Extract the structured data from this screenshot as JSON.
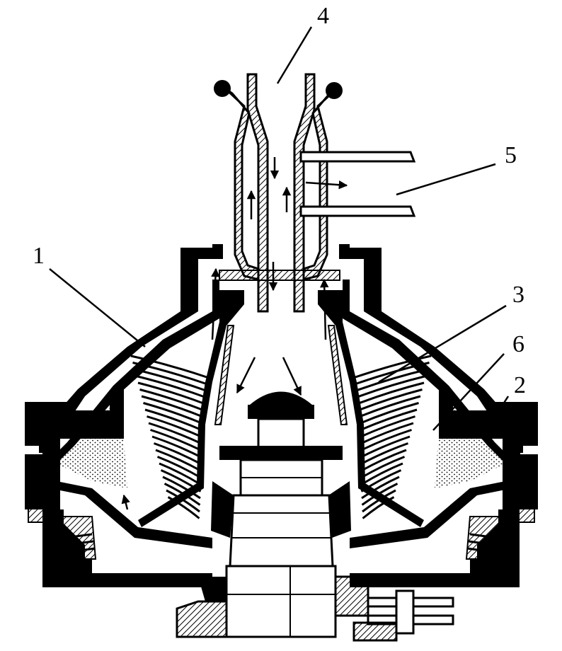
{
  "figure": {
    "labels": {
      "inlet": "4",
      "outlets": "5",
      "casing": "1",
      "disc_stack": "3",
      "liquid_zone": "6",
      "frame": "2"
    }
  }
}
